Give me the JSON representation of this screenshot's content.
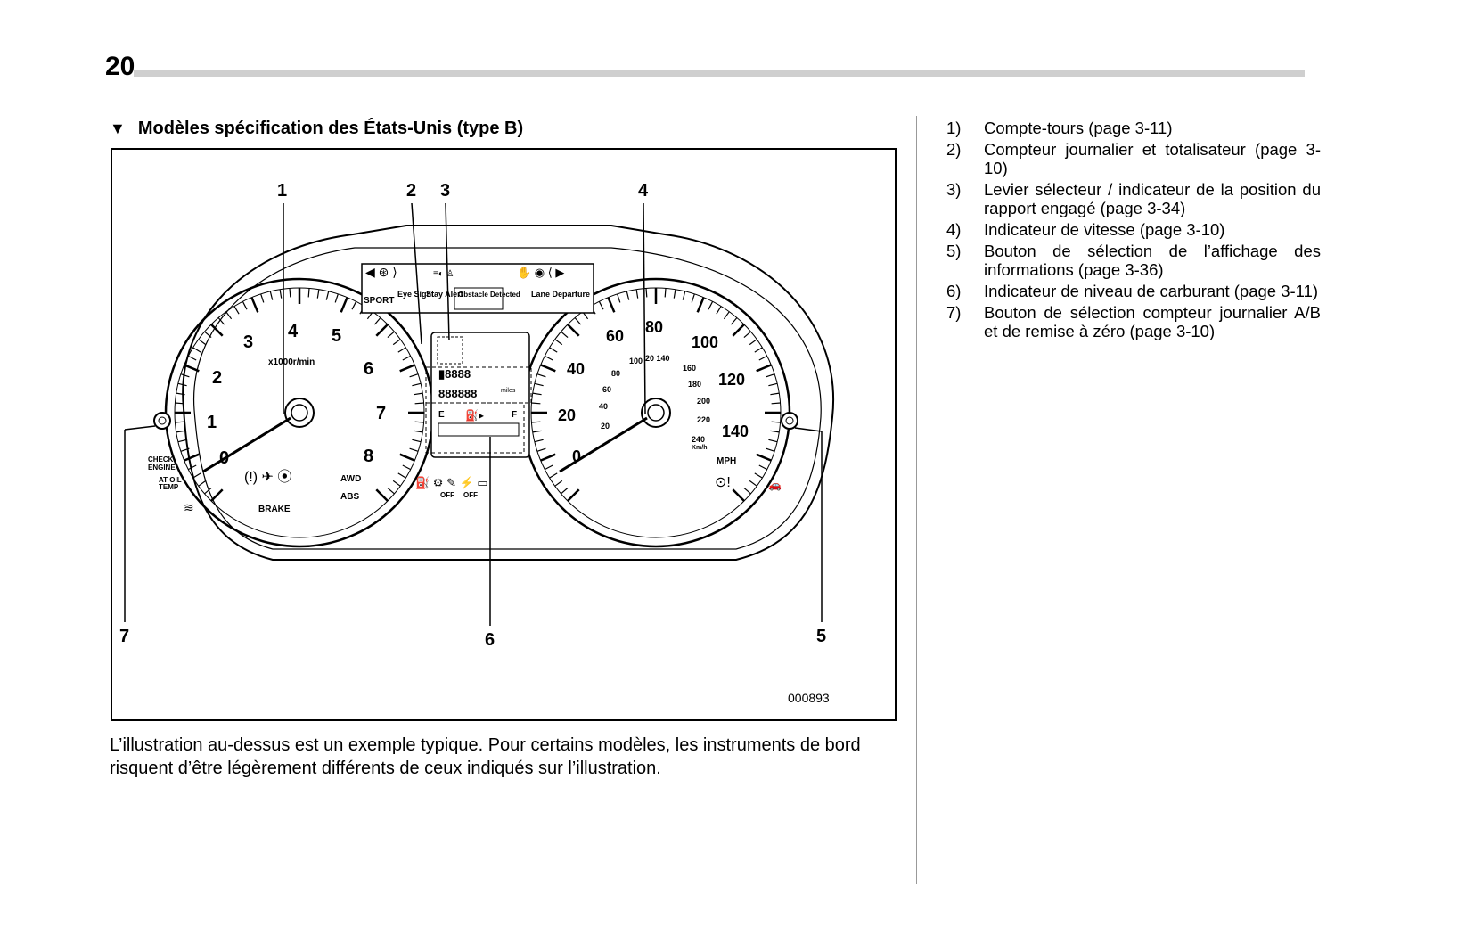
{
  "page_number": "20",
  "section": {
    "marker": "▼",
    "title": "Modèles spécification des États-Unis (type B)"
  },
  "figure": {
    "code": "000893",
    "callouts": [
      "1",
      "2",
      "3",
      "4",
      "5",
      "6",
      "7"
    ],
    "tach_unit": "x1000r/min",
    "tach_numbers": [
      "0",
      "1",
      "2",
      "3",
      "4",
      "5",
      "6",
      "7",
      "8"
    ],
    "speed_mph": [
      "0",
      "20",
      "40",
      "60",
      "80",
      "100",
      "120",
      "140"
    ],
    "speed_kmh": [
      "20",
      "40",
      "60",
      "80",
      "100",
      "120",
      "140",
      "160",
      "180",
      "200",
      "220",
      "240"
    ],
    "speed_units": {
      "mph": "MPH",
      "kmh": "Km/h"
    },
    "top_labels": {
      "sport": "SPORT",
      "eyesight": "Eye Sight",
      "stay_alert": "Stay Alert",
      "obstacle": "Obstacle Detected",
      "lane": "Lane Departure"
    },
    "left_labels": {
      "check_engine": "CHECK ENGINE",
      "at_oil_temp": "AT OIL TEMP",
      "brake": "BRAKE",
      "awd": "AWD",
      "abs": "ABS"
    },
    "display": {
      "odo_unit": "miles",
      "fuel_e": "E",
      "fuel_f": "F",
      "off1": "OFF",
      "off2": "OFF"
    }
  },
  "caption": "L’illustration au-dessus est un exemple typique. Pour certains modèles, les instruments de bord risquent d’être légèrement différents de ceux indiqués sur l’illustration.",
  "legend": [
    {
      "num": "1)",
      "text": "Compte-tours (page 3-11)"
    },
    {
      "num": "2)",
      "text": "Compteur journalier et totalisateur (page 3-10)"
    },
    {
      "num": "3)",
      "text": "Levier sélecteur / indicateur de la position du rapport engagé (page 3-34)"
    },
    {
      "num": "4)",
      "text": "Indicateur de vitesse (page 3-10)"
    },
    {
      "num": "5)",
      "text": "Bouton de sélection de l’affichage des informations (page 3-36)"
    },
    {
      "num": "6)",
      "text": "Indicateur de niveau de carburant (page 3-11)"
    },
    {
      "num": "7)",
      "text": "Bouton de sélection compteur journalier A/B et de remise à zéro (page 3-10)"
    }
  ]
}
